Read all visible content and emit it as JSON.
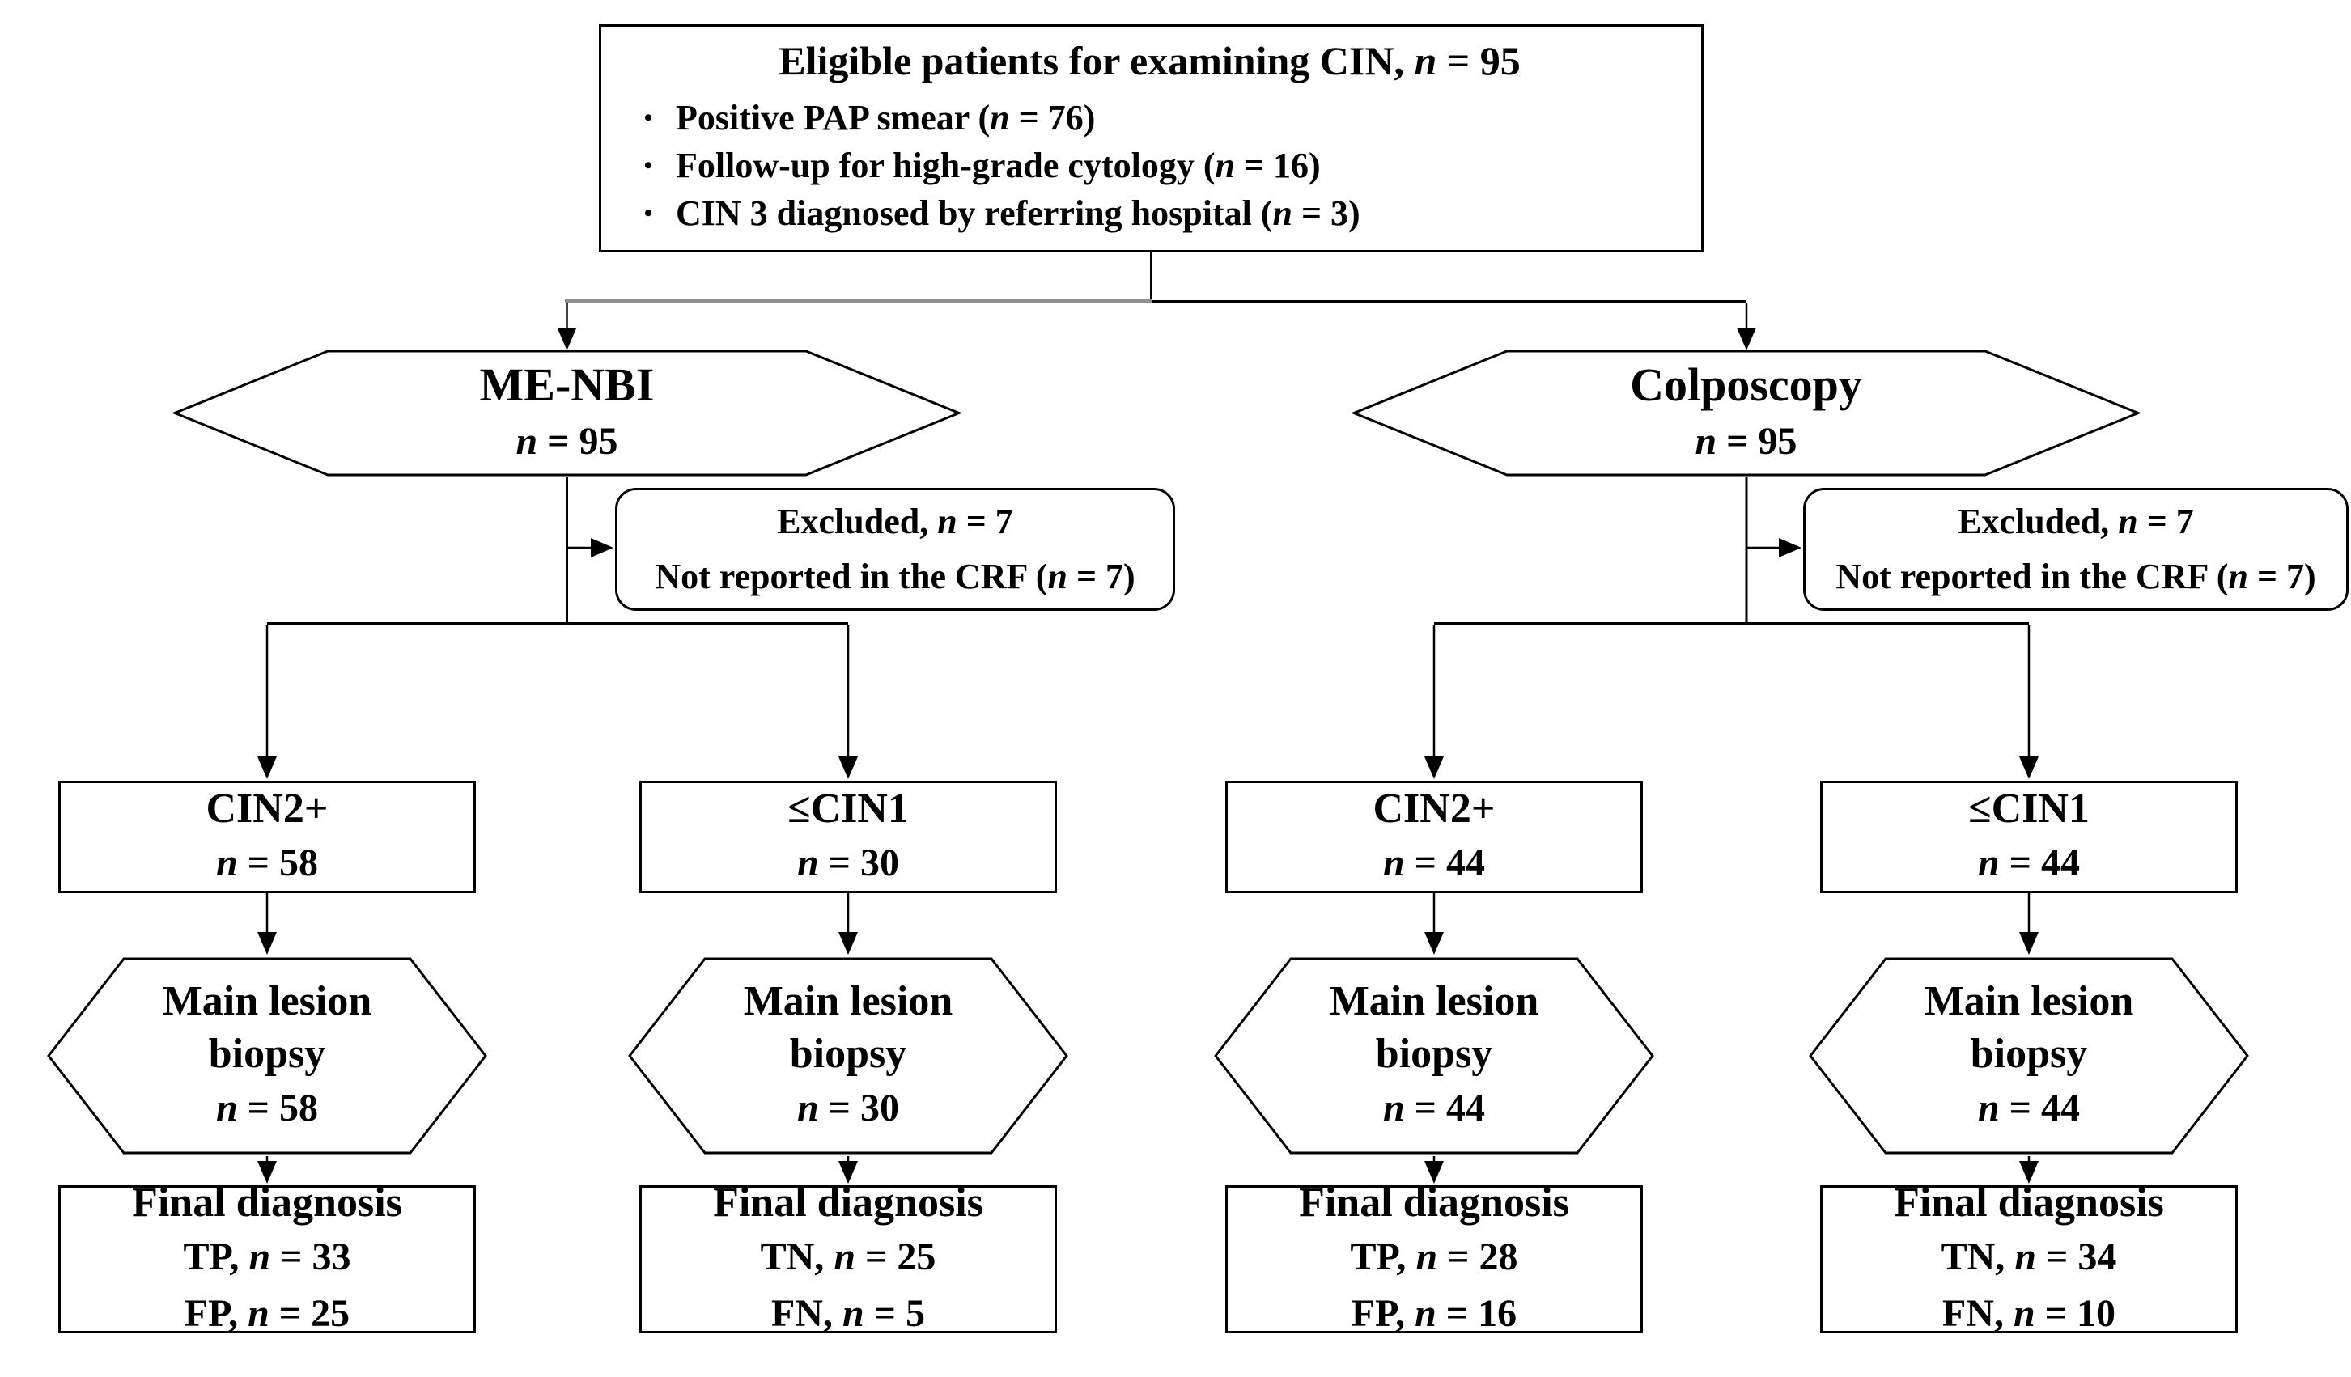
{
  "figure": {
    "background": "#ffffff",
    "line_color": "#000000",
    "gray_connector_color": "#8f8f8f",
    "bullet_char": "•"
  },
  "eligibility": {
    "title": "Eligible patients for examining CIN, n = 95",
    "bullets": [
      "Positive PAP smear (n = 76)",
      "Follow-up for high-grade cytology (n = 16)",
      "CIN 3 diagnosed by referring hospital (n = 3)"
    ]
  },
  "arms": [
    {
      "name": "ME-NBI",
      "count": "n = 95",
      "excluded": {
        "title": "Excluded, n = 7",
        "reason": "Not reported in the CRF (n = 7)"
      },
      "groups": [
        {
          "classification": "CIN2+",
          "count": "n = 58",
          "biopsy": {
            "line1": "Main lesion",
            "line2": "biopsy",
            "count": "n = 58"
          },
          "final_diagnosis": {
            "title": "Final diagnosis",
            "result1": "TP, n = 33",
            "result2": "FP, n = 25"
          }
        },
        {
          "classification": "≤CIN1",
          "count": "n = 30",
          "biopsy": {
            "line1": "Main lesion",
            "line2": "biopsy",
            "count": "n = 30"
          },
          "final_diagnosis": {
            "title": "Final diagnosis",
            "result1": "TN, n = 25",
            "result2": "FN, n = 5"
          }
        }
      ]
    },
    {
      "name": "Colposcopy",
      "count": "n = 95",
      "excluded": {
        "title": "Excluded, n = 7",
        "reason": "Not reported in the CRF (n = 7)"
      },
      "groups": [
        {
          "classification": "CIN2+",
          "count": "n = 44",
          "biopsy": {
            "line1": "Main lesion",
            "line2": "biopsy",
            "count": "n = 44"
          },
          "final_diagnosis": {
            "title": "Final diagnosis",
            "result1": "TP, n = 28",
            "result2": "FP, n = 16"
          }
        },
        {
          "classification": "≤CIN1",
          "count": "n = 44",
          "biopsy": {
            "line1": "Main lesion",
            "line2": "biopsy",
            "count": "n = 44"
          },
          "final_diagnosis": {
            "title": "Final diagnosis",
            "result1": "TN, n = 34",
            "result2": "FN, n = 10"
          }
        }
      ]
    }
  ]
}
